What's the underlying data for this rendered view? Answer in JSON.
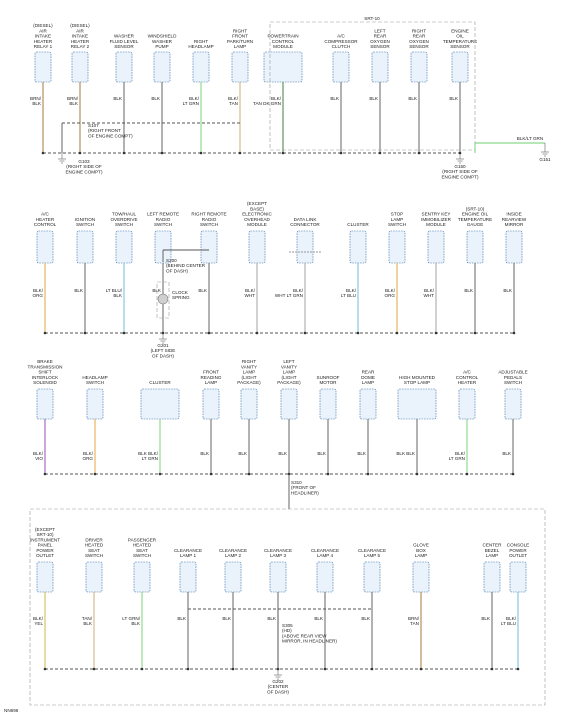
{
  "diagram": {
    "corner_code": "NN696",
    "frame_labels": {
      "srt10": "SRT-10"
    },
    "colors": {
      "BLK": "#555555",
      "BRN": "#9a6a2e",
      "TAN": "#c9a66b",
      "ORG": "#e59a2e",
      "GRN": "#2e9a3e",
      "WHT": "#999999",
      "VIO": "#8a3eb5",
      "YEL": "#c9b22e",
      "LTBLU": "#5fb8d8",
      "LTGRN": "#6fcf6f",
      "DKGRN": "#2e6f2e"
    },
    "rows": [
      {
        "components": [
          {
            "label": [
              "(DIESEL)",
              "AIR",
              "INTAKE",
              "HEATER",
              "RELAY 1"
            ],
            "wire": [
              "BRN/",
              "BLK"
            ],
            "color": "BRN"
          },
          {
            "label": [
              "(DIESEL)",
              "AIR",
              "INTAKE",
              "HEATER",
              "RELAY 2"
            ],
            "wire": [
              "BRN/",
              "BLK"
            ],
            "color": "BRN"
          },
          {
            "label": [
              "WASHER",
              "FLUID LEVEL",
              "SENSOR"
            ],
            "wire": [
              "BLK"
            ],
            "color": "BLK"
          },
          {
            "label": [
              "WINDSHIELD",
              "WASHER",
              "PUMP"
            ],
            "wire": [
              "BLK"
            ],
            "color": "BLK"
          },
          {
            "label": [
              "RIGHT",
              "HEADLAMP"
            ],
            "wire": [
              "BLK/",
              "LT GRN"
            ],
            "color": "LTGRN"
          },
          {
            "label": [
              "RIGHT",
              "FRONT",
              "PARK/TURN",
              "LAMP"
            ],
            "wire": [
              "BLK/",
              "TAN"
            ],
            "color": "TAN"
          },
          {
            "label": [
              "POWERTRAIN",
              "CONTROL",
              "MODULE"
            ],
            "wire": [
              "BLK/",
              "TAN  DK GRN"
            ],
            "color": "DKGRN"
          },
          {
            "label": [
              "A/C",
              "COMPRESSOR",
              "CLUTCH"
            ],
            "wire": [
              "BLK"
            ],
            "color": "BLK"
          },
          {
            "label": [
              "LEFT",
              "REAR",
              "OXYGEN",
              "SENSOR"
            ],
            "wire": [
              "BLK"
            ],
            "color": "BLK"
          },
          {
            "label": [
              "RIGHT",
              "REAR",
              "OXYGEN",
              "SENSOR"
            ],
            "wire": [
              "BLK"
            ],
            "color": "BLK"
          },
          {
            "label": [
              "ENGINE",
              "OIL",
              "TEMPERATURE",
              "SENSOR"
            ],
            "wire": [
              "BLK"
            ],
            "color": "BLK"
          }
        ],
        "splice": [
          "S107",
          "(RIGHT FRONT",
          "OF ENGINE COMPT)"
        ],
        "ground": [
          "G103",
          "(RIGHT SIDE OF",
          "ENGINE COMPT)"
        ],
        "ground2": [
          "G150",
          "(RIGHT SIDE OF",
          "ENGINE COMPT)"
        ],
        "ground3": [
          "G151"
        ],
        "extra_wire": [
          "BLK/LT GRN"
        ]
      },
      {
        "components": [
          {
            "label": [
              "A/C",
              "HEATER",
              "CONTROL"
            ],
            "wire": [
              "BLK/",
              "ORG"
            ],
            "color": "ORG"
          },
          {
            "label": [
              "IGNITION",
              "SWITCH"
            ],
            "wire": [
              "BLK"
            ],
            "color": "BLK"
          },
          {
            "label": [
              "TOW/HAUL",
              "OVERDRIVE",
              "SWITCH"
            ],
            "wire": [
              "LT BLU/",
              "BLK"
            ],
            "color": "LTBLU"
          },
          {
            "label": [
              "LEFT REMOTE",
              "RADIO",
              "SWITCH"
            ],
            "wire": [
              "BLK"
            ],
            "color": "BLK"
          },
          {
            "label": [
              "RIGHT REMOTE",
              "RADIO",
              "SWITCH"
            ],
            "wire": [
              "BLK"
            ],
            "color": "BLK"
          },
          {
            "label": [
              "(EXCEPT",
              "BASE)",
              "ELECTRONIC",
              "OVERHEAD",
              "MODULE"
            ],
            "wire": [
              "BLK/",
              "WHT"
            ],
            "color": "WHT"
          },
          {
            "label": [
              "DATA LINK",
              "CONNECTOR"
            ],
            "wire": [
              "BLK/",
              "WHT  LT GRN"
            ],
            "color": "WHT"
          },
          {
            "label": [
              "CLUSTER"
            ],
            "wire": [
              "BLK/",
              "LT BLU"
            ],
            "color": "LTBLU"
          },
          {
            "label": [
              "STOP",
              "LAMP",
              "SWITCH"
            ],
            "wire": [
              "BLK/",
              "ORG"
            ],
            "color": "ORG"
          },
          {
            "label": [
              "SENTRY KEY",
              "IMMOBILIZER",
              "MODULE"
            ],
            "wire": [
              "BLK/",
              "WHT"
            ],
            "color": "WHT"
          },
          {
            "label": [
              "(SRT-10)",
              "ENGINE OIL",
              "TEMPERATURE",
              "GAUGE"
            ],
            "wire": [
              "BLK"
            ],
            "color": "BLK"
          },
          {
            "label": [
              "INSIDE",
              "REARVIEW",
              "MIRROR"
            ],
            "wire": [
              "BLK"
            ],
            "color": "BLK"
          }
        ],
        "splice": [
          "S200",
          "(BEHIND CENTER",
          "OF DASH)"
        ],
        "clock": [
          "CLOCK",
          "SPRING"
        ],
        "ground": [
          "G201",
          "(LEFT SIDE",
          "OF DASH)"
        ]
      },
      {
        "components": [
          {
            "label": [
              "BRAKE",
              "TRANSMISSION",
              "SHIFT",
              "INTERLOCK",
              "SOLENOID"
            ],
            "wire": [
              "BLK/",
              "VIO"
            ],
            "color": "VIO"
          },
          {
            "label": [
              "HEADLAMP",
              "SWITCH"
            ],
            "wire": [
              "BLK/",
              "ORG"
            ],
            "color": "ORG"
          },
          {
            "label": [
              "CLUSTER"
            ],
            "wire": [
              "BLK  BLK/",
              "LT GRN"
            ],
            "color": "LTGRN"
          },
          {
            "label": [
              "FRONT",
              "READING",
              "LAMP"
            ],
            "wire": [
              "BLK"
            ],
            "color": "BLK"
          },
          {
            "label": [
              "RIGHT",
              "VANITY",
              "LAMP",
              "(LIGHT",
              "PACKAGE)"
            ],
            "wire": [
              "BLK"
            ],
            "color": "BLK"
          },
          {
            "label": [
              "LEFT",
              "VANITY",
              "LAMP",
              "(LIGHT",
              "PACKAGE)"
            ],
            "wire": [
              "BLK"
            ],
            "color": "BLK"
          },
          {
            "label": [
              "SUNROOF",
              "MOTOR"
            ],
            "wire": [
              "BLK"
            ],
            "color": "BLK"
          },
          {
            "label": [
              "REAR",
              "DOME",
              "LAMP"
            ],
            "wire": [
              "BLK"
            ],
            "color": "BLK"
          },
          {
            "label": [
              "HIGH MOUNTED",
              "STOP LAMP"
            ],
            "wire": [
              "BLK  BLK"
            ],
            "color": "BLK"
          },
          {
            "label": [
              "A/C",
              "CONTROL",
              "HEATER"
            ],
            "wire": [
              "BLK/",
              "LT GRN"
            ],
            "color": "LTGRN"
          },
          {
            "label": [
              "ADJUSTABLE",
              "PEDALS",
              "SWITCH"
            ],
            "wire": [
              "BLK"
            ],
            "color": "BLK"
          }
        ],
        "splice": [
          "S310",
          "(FRONT OF",
          "HEADLINER)"
        ]
      },
      {
        "components": [
          {
            "label": [
              "(EXCEPT",
              "SRT-10)",
              "INSTRUMENT",
              "PANEL",
              "POWER",
              "OUTLET"
            ],
            "wire": [
              "BLK/",
              "YEL"
            ],
            "color": "YEL"
          },
          {
            "label": [
              "DRIVER",
              "HEATED",
              "SEAT",
              "SWITCH"
            ],
            "wire": [
              "TAN/",
              "BLK"
            ],
            "color": "TAN"
          },
          {
            "label": [
              "PASSENGER",
              "HEATED",
              "SEAT",
              "SWITCH"
            ],
            "wire": [
              "LT GRN/",
              "BLK"
            ],
            "color": "LTGRN"
          },
          {
            "label": [
              "CLEARANCE",
              "LAMP 1"
            ],
            "wire": [
              "BLK"
            ],
            "color": "BLK"
          },
          {
            "label": [
              "CLEARANCE",
              "LAMP 2"
            ],
            "wire": [
              "BLK"
            ],
            "color": "BLK"
          },
          {
            "label": [
              "CLEARANCE",
              "LAMP 3"
            ],
            "wire": [
              "BLK"
            ],
            "color": "BLK"
          },
          {
            "label": [
              "CLEARANCE",
              "LAMP 4"
            ],
            "wire": [
              "BLK"
            ],
            "color": "BLK"
          },
          {
            "label": [
              "CLEARANCE",
              "LAMP 5"
            ],
            "wire": [
              "BLK"
            ],
            "color": "BLK"
          },
          {
            "label": [
              "GLOVE",
              "BOX",
              "LAMP"
            ],
            "wire": [
              "BRN/",
              "TAN"
            ],
            "color": "BRN"
          },
          {
            "label": [
              "CENTER",
              "BEZEL",
              "LAMP"
            ],
            "wire": [
              "BLK"
            ],
            "color": "BLK"
          },
          {
            "label": [
              "CONSOLE",
              "POWER",
              "OUTLET"
            ],
            "wire": [
              "BLK/",
              "LT BLU"
            ],
            "color": "LTBLU"
          }
        ],
        "splice": [
          "S305",
          "(HD)",
          "(ABOVE REAR VIEW",
          "MIRROR, IN HEADLINER)"
        ],
        "ground": [
          "G202",
          "(CENTER",
          "OF DASH)"
        ]
      }
    ]
  }
}
